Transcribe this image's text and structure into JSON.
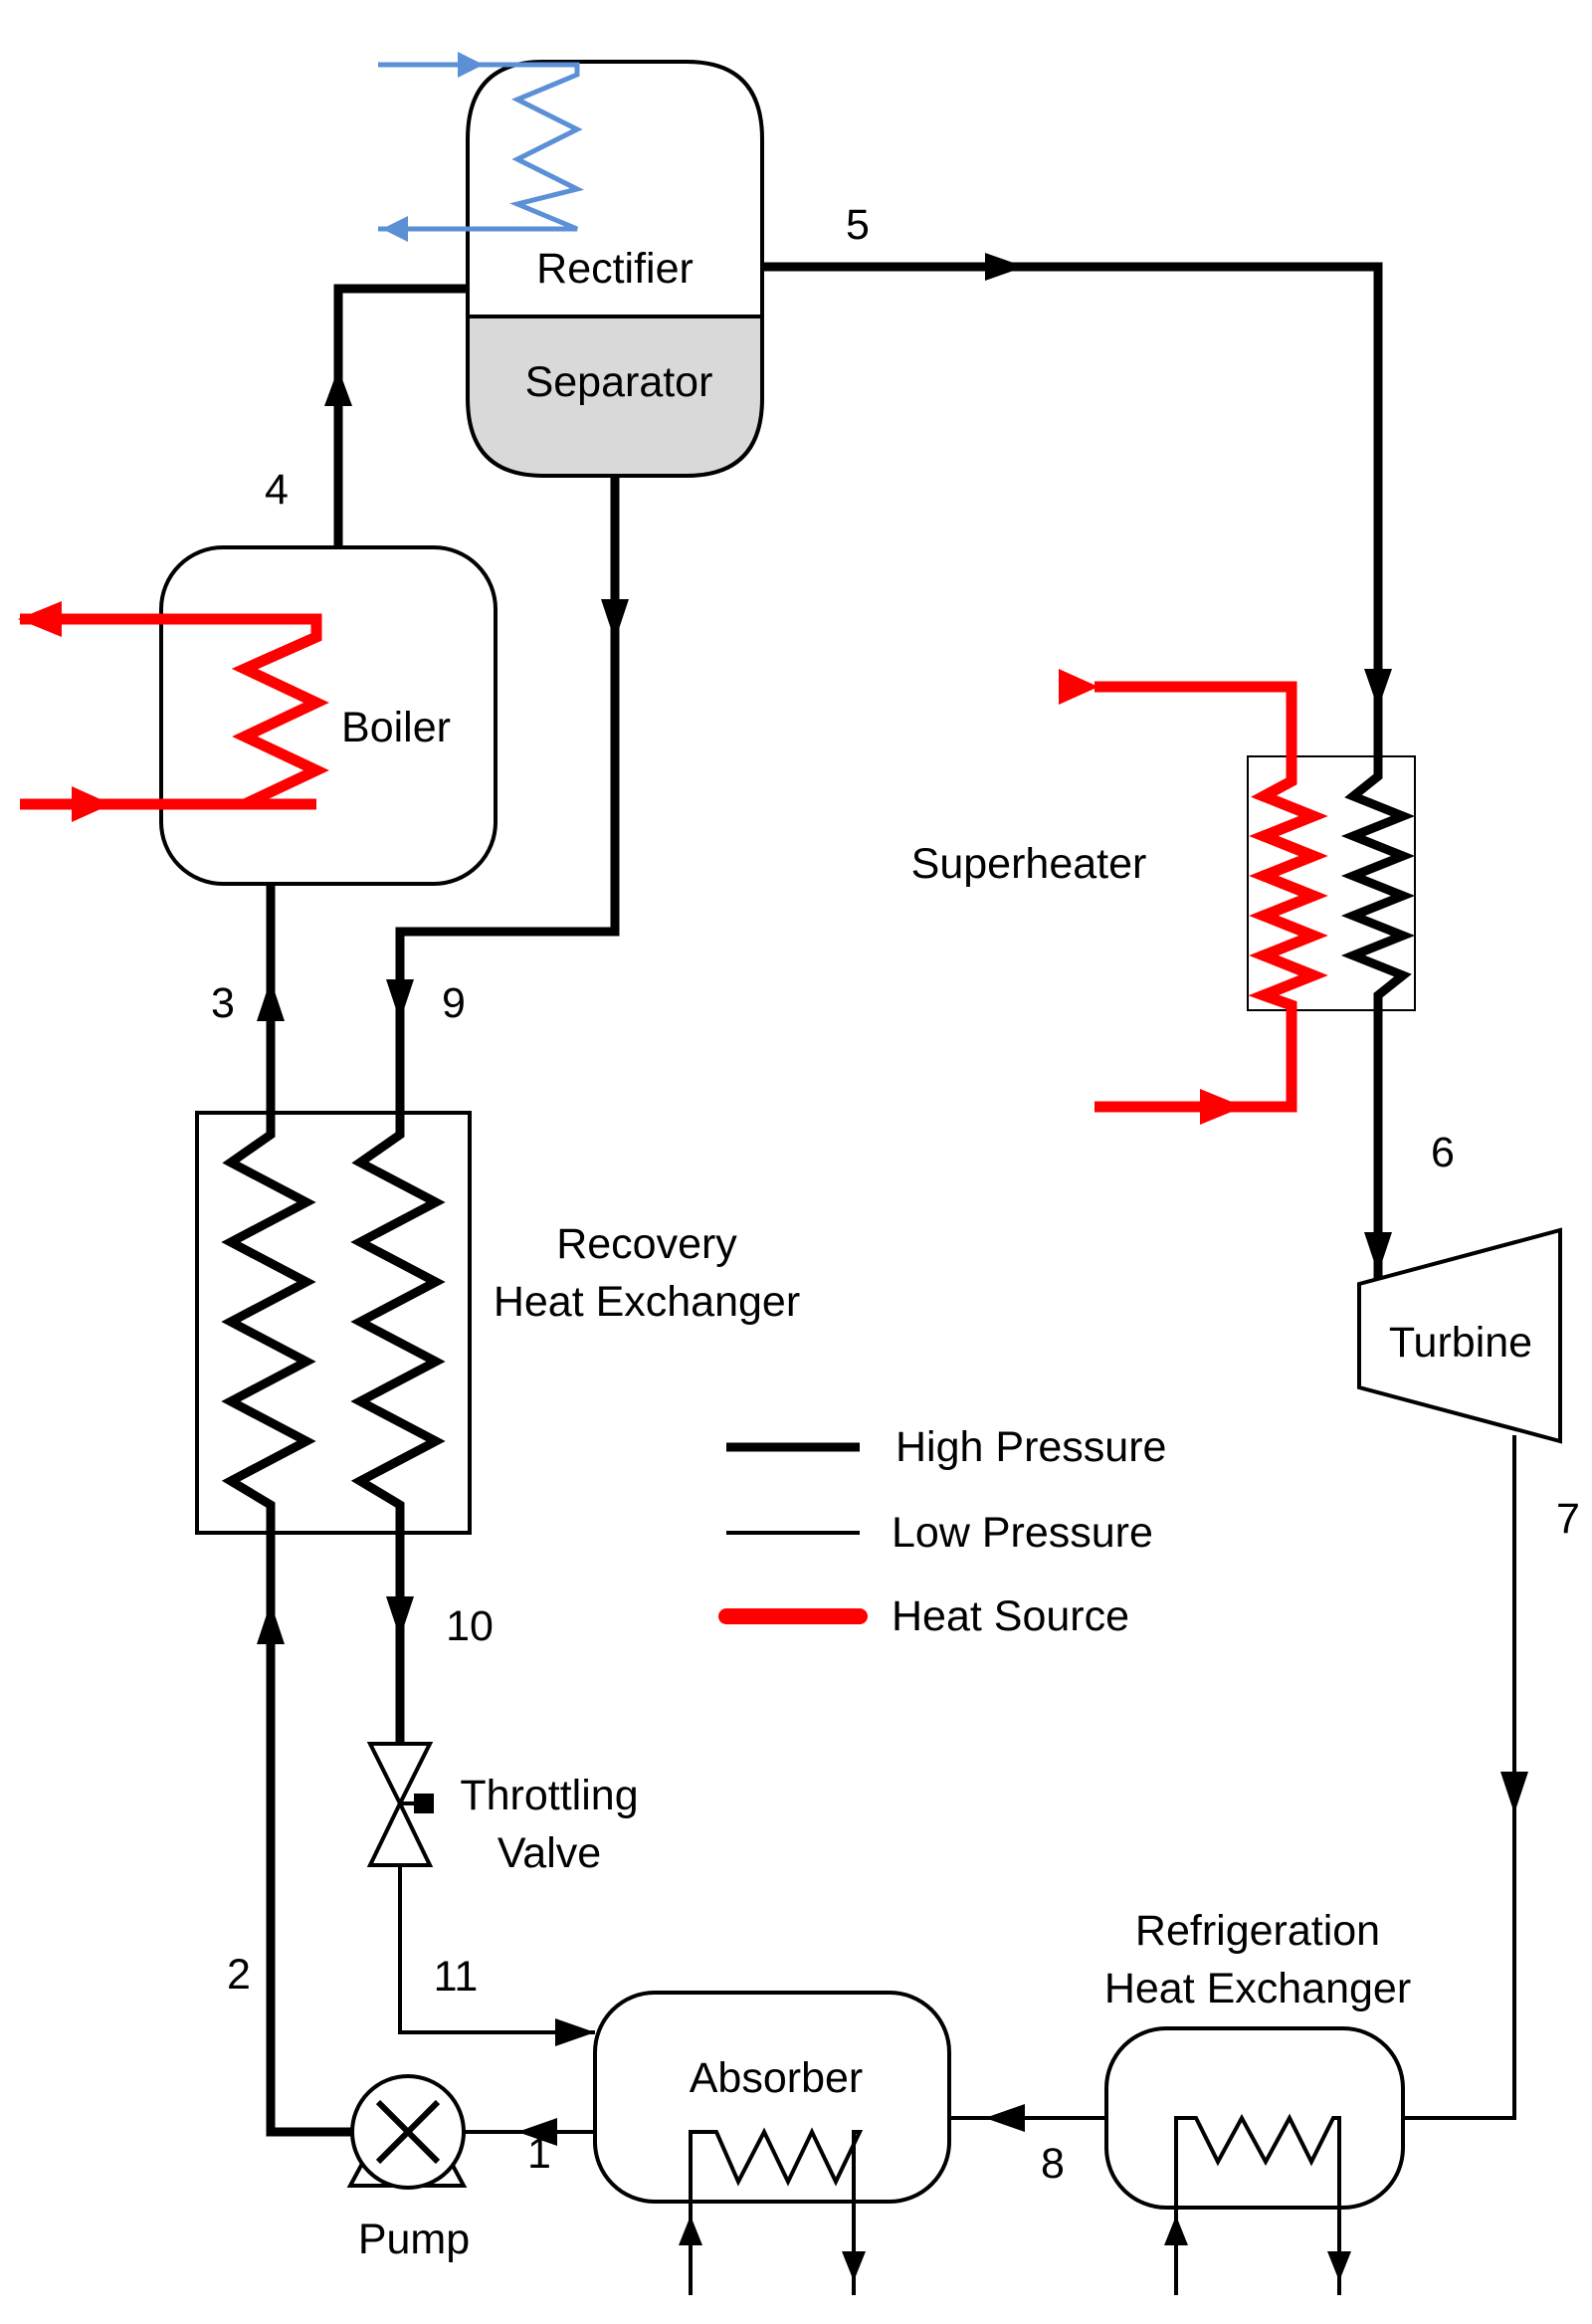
{
  "components": {
    "rectifier": "Rectifier",
    "separator": "Separator",
    "boiler": "Boiler",
    "superheater": "Superheater",
    "recovery_hx_line1": "Recovery",
    "recovery_hx_line2": "Heat Exchanger",
    "turbine": "Turbine",
    "throttling_line1": "Throttling",
    "throttling_line2": "Valve",
    "refrigeration_hx_line1": "Refrigeration",
    "refrigeration_hx_line2": "Heat Exchanger",
    "absorber": "Absorber",
    "pump": "Pump"
  },
  "states": [
    "1",
    "2",
    "3",
    "4",
    "5",
    "6",
    "7",
    "8",
    "9",
    "10",
    "11"
  ],
  "legend": [
    {
      "label": "High Pressure",
      "style": "thick",
      "color": "#000000"
    },
    {
      "label": "Low Pressure",
      "style": "thin",
      "color": "#000000"
    },
    {
      "label": "Heat Source",
      "style": "heat",
      "color": "#ff0000"
    }
  ],
  "colors": {
    "line": "#000000",
    "heat_source": "#ff0000",
    "coolant": "#5b8fd6",
    "separator_fill": "#d9d9d9"
  }
}
